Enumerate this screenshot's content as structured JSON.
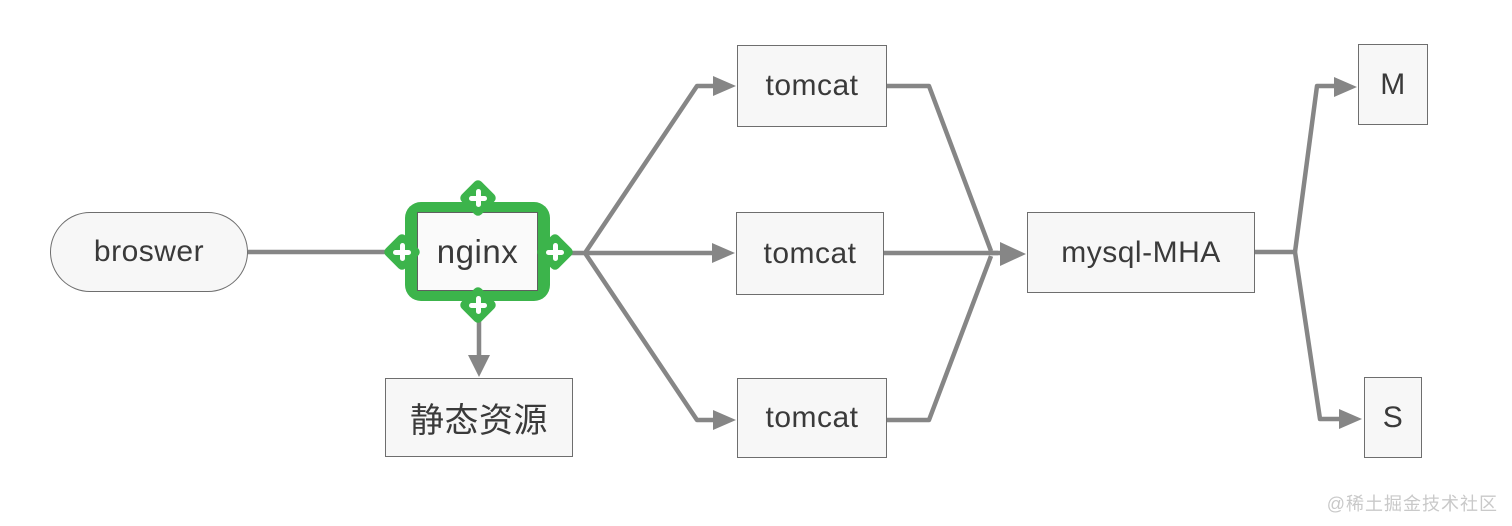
{
  "diagram": {
    "watermark": "@稀土掘金技术社区",
    "colors": {
      "connector": "#868686",
      "node_fill": "#f7f7f7",
      "node_border": "#6e6e6e",
      "selection_green": "#3cb44b",
      "text": "#3a3a3a",
      "watermark": "#c9c9c9"
    },
    "nodes": {
      "browser": {
        "label": "broswer",
        "shape": "pill"
      },
      "nginx": {
        "label": "nginx",
        "selected": true,
        "handle_icon": "plus-icon"
      },
      "static_resources": {
        "label": "静态资源",
        "shape": "rectangle"
      },
      "tomcat_top": {
        "label": "tomcat",
        "shape": "rectangle"
      },
      "tomcat_middle": {
        "label": "tomcat",
        "shape": "rectangle"
      },
      "tomcat_bottom": {
        "label": "tomcat",
        "shape": "rectangle"
      },
      "mysql_mha": {
        "label": "mysql-MHA",
        "shape": "rectangle"
      },
      "master": {
        "label": "M",
        "shape": "rectangle"
      },
      "slave": {
        "label": "S",
        "shape": "rectangle"
      }
    },
    "edges": [
      {
        "from": "browser",
        "to": "nginx",
        "arrow": false
      },
      {
        "from": "nginx",
        "to": "tomcat_top",
        "arrow": true
      },
      {
        "from": "nginx",
        "to": "tomcat_middle",
        "arrow": true
      },
      {
        "from": "nginx",
        "to": "tomcat_bottom",
        "arrow": true
      },
      {
        "from": "nginx",
        "to": "static_resources",
        "arrow": true
      },
      {
        "from": "tomcat_top",
        "to": "mysql_mha",
        "arrow": true
      },
      {
        "from": "tomcat_middle",
        "to": "mysql_mha",
        "arrow": true
      },
      {
        "from": "tomcat_bottom",
        "to": "mysql_mha",
        "arrow": true
      },
      {
        "from": "mysql_mha",
        "to": "master",
        "arrow": true
      },
      {
        "from": "mysql_mha",
        "to": "slave",
        "arrow": true
      }
    ]
  }
}
